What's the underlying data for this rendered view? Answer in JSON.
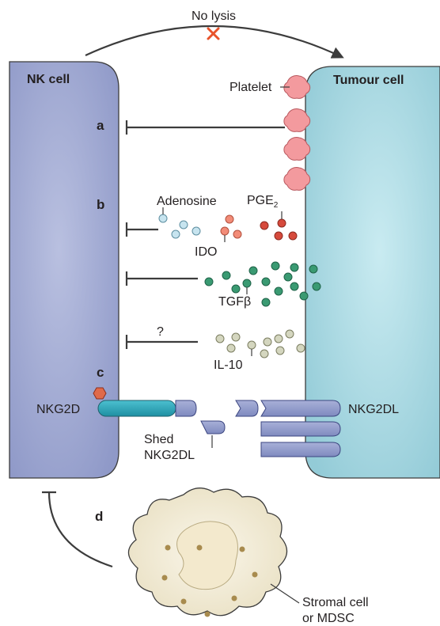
{
  "labels": {
    "no_lysis": "No lysis",
    "nk_cell": "NK cell",
    "tumour_cell": "Tumour cell",
    "platelet": "Platelet",
    "adenosine": "Adenosine",
    "pge2_main": "PGE",
    "pge2_sub": "2",
    "ido": "IDO",
    "tgfb": "TGFβ",
    "question": "?",
    "il10": "IL-10",
    "nkg2d": "NKG2D",
    "nkg2dl": "NKG2DL",
    "shed_line1": "Shed",
    "shed_line2": "NKG2DL",
    "stromal_line1": "Stromal cell",
    "stromal_line2": "or MDSC"
  },
  "steps": {
    "a": "a",
    "b": "b",
    "c": "c",
    "d": "d"
  },
  "colors": {
    "nk_cell": "#9aa3cd",
    "tumour_cell": "#a9d8e2",
    "platelet": "#f39a9e",
    "adenosine": "#c7e4ef",
    "ido": "#f28c78",
    "pge2": "#d64a3c",
    "tgfb": "#3a9a72",
    "il10": "#d4d6bf",
    "nkg2d": "#2fa5b8",
    "nkg2dl": "#8e99c9",
    "stromal": "#f2ecd8",
    "inhibit_line": "#3c3c3c",
    "cross": "#e8532b"
  },
  "icons": [
    "cross-icon",
    "inhibition-bar-icon",
    "hexagon-ligand-icon",
    "curved-arrow-icon"
  ]
}
